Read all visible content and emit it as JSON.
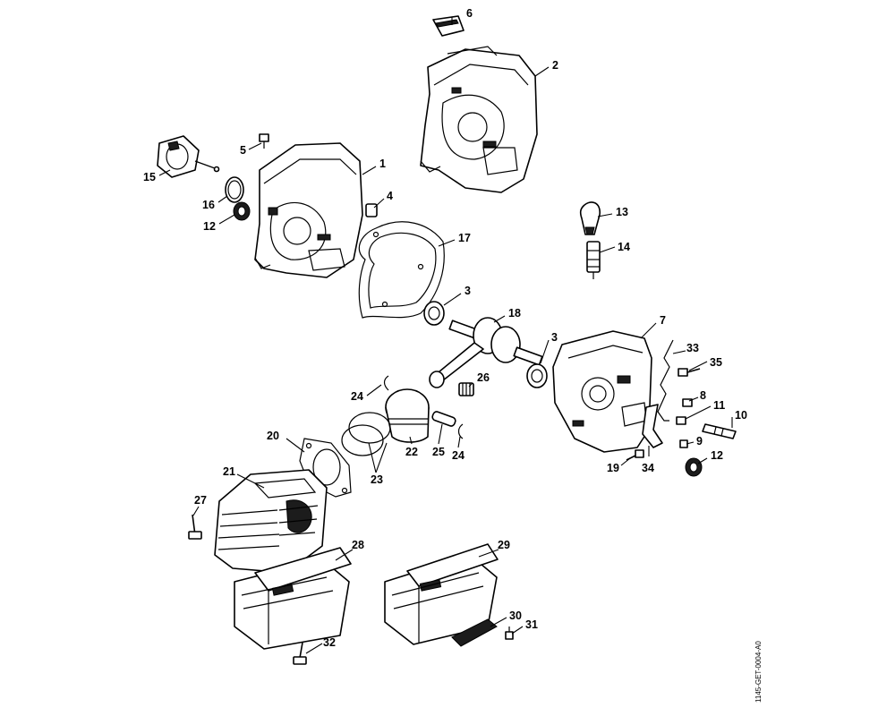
{
  "document_id": "1145-GET-0004-A0",
  "callouts": {
    "c1": "1",
    "c2": "2",
    "c3a": "3",
    "c3b": "3",
    "c4": "4",
    "c5": "5",
    "c6": "6",
    "c7": "7",
    "c8": "8",
    "c9": "9",
    "c10": "10",
    "c11": "11",
    "c12a": "12",
    "c12b": "12",
    "c13": "13",
    "c14": "14",
    "c15": "15",
    "c16": "16",
    "c17": "17",
    "c18": "18",
    "c19": "19",
    "c20": "20",
    "c21": "21",
    "c22": "22",
    "c23": "23",
    "c24a": "24",
    "c24b": "24",
    "c25": "25",
    "c26": "26",
    "c27": "27",
    "c28": "28",
    "c29": "29",
    "c30": "30",
    "c31": "31",
    "c32": "32",
    "c33": "33",
    "c34": "34",
    "c35": "35"
  },
  "colors": {
    "line": "#000000",
    "background": "#ffffff",
    "shade": "#1c1c1c"
  }
}
